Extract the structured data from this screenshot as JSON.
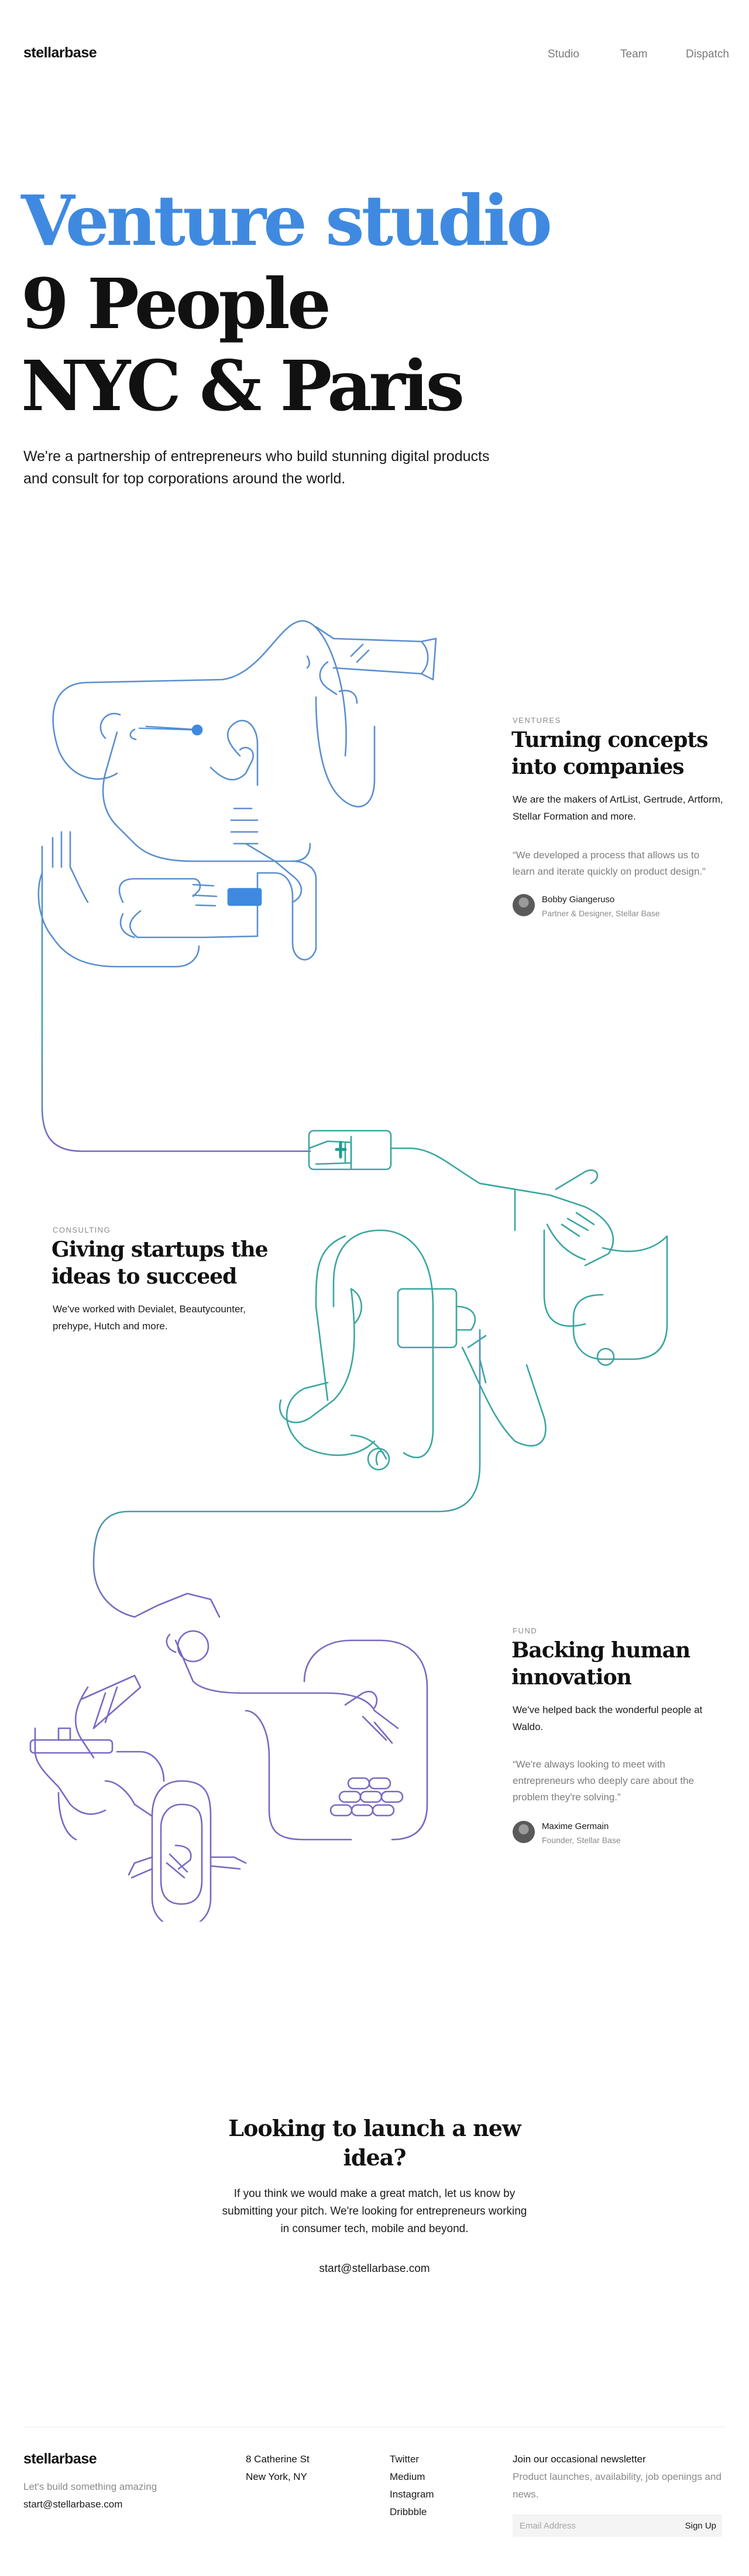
{
  "header": {
    "logo": "stellarbase",
    "nav": [
      "Studio",
      "Team",
      "Dispatch"
    ]
  },
  "hero": {
    "line1": "Venture studio",
    "line2": "9 People",
    "line3": "NYC & Paris",
    "intro": "We're a partnership of entrepreneurs who build stunning digital products and consult for top corporations around the world.",
    "accent_color": "#3f8ae0"
  },
  "ventures": {
    "kicker": "VENTURES",
    "title": "Turning concepts into companies",
    "body": "We are the makers of ArtList, Gertrude, Artform, Stellar Formation and more.",
    "quote": "“We developed a process that allows us to learn and iterate quickly on product design.”",
    "author_name": "Bobby Giangeruso",
    "author_role": "Partner & Designer, Stellar Base"
  },
  "consulting": {
    "kicker": "CONSULTING",
    "title": "Giving startups the ideas to succeed",
    "body": "We've worked with Devialet, Beautycounter, prehype, Hutch and more."
  },
  "fund": {
    "kicker": "FUND",
    "title": "Backing human innovation",
    "body": "We've helped back the wonderful people at Waldo.",
    "quote": "“We're always looking to meet with entrepreneurs who deeply care about the problem they're solving.”",
    "author_name": "Maxime Germain",
    "author_role": "Founder, Stellar Base"
  },
  "cta": {
    "title": "Looking to launch a new idea?",
    "body": "If you think we would make a great match, let us know by submitting your pitch. We're looking for entrepreneurs working in consumer tech, mobile and beyond.",
    "email": "start@stellarbase.com"
  },
  "footer": {
    "logo": "stellarbase",
    "tagline": "Let's build something amazing",
    "email": "start@stellarbase.com",
    "address_line1": "8 Catherine St",
    "address_line2": "New York, NY",
    "social": [
      "Twitter",
      "Medium",
      "Instagram",
      "Dribbble"
    ],
    "newsletter_title": "Join our occasional newsletter",
    "newsletter_desc": "Product launches, availability, job openings and news.",
    "newsletter_placeholder": "Email Address",
    "signup_label": "Sign Up"
  },
  "illustration_colors": {
    "blue": "#5b8fcf",
    "accent_blue": "#3f8ae0",
    "teal": "#3aa6a0",
    "purple": "#7a68c4"
  }
}
